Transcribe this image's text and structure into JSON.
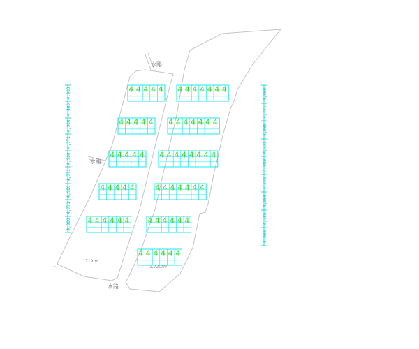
{
  "colors": {
    "boundary": "#c4c4c4",
    "grid": "#00e5ee",
    "digit": "#22dd22",
    "dimension": "#00d0d0",
    "label": "#8a8a8a"
  },
  "labels": {
    "channel_top": "水路",
    "channel_middle": "水路",
    "channel_bottom": "水路",
    "area_left": "719m²",
    "area_right": "1,720m²"
  },
  "panel_digit": "4",
  "panel_rows": [
    {
      "name": "row-1-left",
      "count": 5
    },
    {
      "name": "row-1-right",
      "count": 7
    },
    {
      "name": "row-2-left",
      "count": 5
    },
    {
      "name": "row-2-right",
      "count": 7
    },
    {
      "name": "row-3-left",
      "count": 5
    },
    {
      "name": "row-3-right",
      "count": 8
    },
    {
      "name": "row-4-left",
      "count": 5
    },
    {
      "name": "row-4-right",
      "count": 7
    },
    {
      "name": "row-5-left",
      "count": 6
    },
    {
      "name": "row-5-right",
      "count": 6
    },
    {
      "name": "row-6-right",
      "count": 6
    }
  ],
  "dimensions": {
    "left": [
      "4,980",
      "4,480",
      "4,980",
      "4,771",
      "4,980",
      "4,771",
      "4,980",
      "4,771",
      "4,980"
    ],
    "right": [
      "4,980",
      "4,771",
      "4,980",
      "4,771",
      "4,980",
      "4,771",
      "4,980",
      "4,785",
      "4,980"
    ]
  }
}
